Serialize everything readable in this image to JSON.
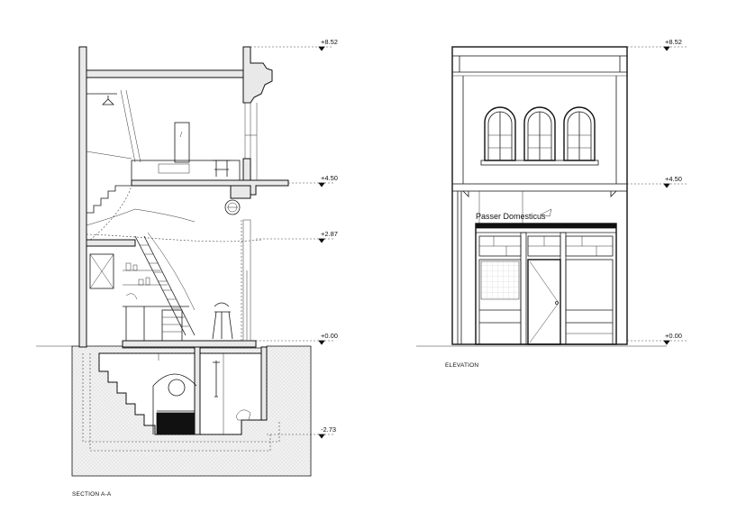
{
  "section": {
    "caption": "SECTION A-A",
    "levels": [
      {
        "label": "+8.52",
        "y": 8.52
      },
      {
        "label": "+4.50",
        "y": 4.5
      },
      {
        "label": "+2.87",
        "y": 2.87
      },
      {
        "label": "+0.00",
        "y": 0.0
      },
      {
        "label": "-2.73",
        "y": -2.73
      }
    ]
  },
  "elevation": {
    "caption": "ELEVATION",
    "shop_sign": "Passer Domesticus",
    "levels": [
      {
        "label": "+8.52",
        "y": 8.52
      },
      {
        "label": "+4.50",
        "y": 4.5
      },
      {
        "label": "+0.00",
        "y": 0.0
      }
    ]
  }
}
